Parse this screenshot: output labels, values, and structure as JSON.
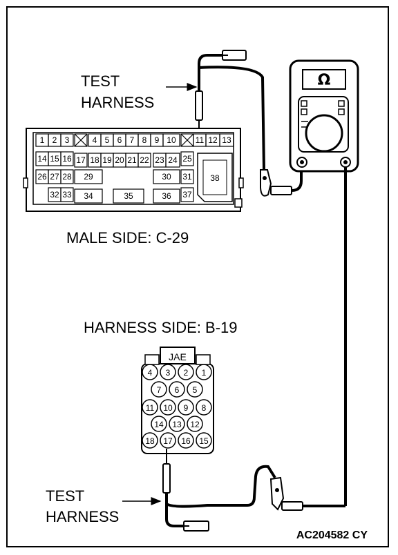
{
  "labels": {
    "test_harness_top_1": "TEST",
    "test_harness_top_2": "HARNESS",
    "test_harness_bottom_1": "TEST",
    "test_harness_bottom_2": "HARNESS",
    "male_side": "MALE SIDE: C-29",
    "harness_side": "HARNESS SIDE: B-19",
    "jae": "JAE",
    "figure_code": "AC204582 CY",
    "ohm_symbol": "Ω"
  },
  "male_connector": {
    "row1": [
      "1",
      "2",
      "3",
      "4",
      "5",
      "6",
      "7",
      "8",
      "9",
      "10",
      "11",
      "12",
      "13"
    ],
    "row2": [
      "14",
      "15",
      "16",
      "17",
      "18",
      "19",
      "20",
      "21",
      "22",
      "23",
      "24",
      "25"
    ],
    "row3": [
      "26",
      "27",
      "28",
      "29",
      "30",
      "31"
    ],
    "row4": [
      "32",
      "33",
      "34",
      "35",
      "36",
      "37"
    ],
    "big": "38"
  },
  "harness_connector": {
    "row1": [
      "4",
      "3",
      "2",
      "1"
    ],
    "row2": [
      "7",
      "6",
      "5"
    ],
    "row3": [
      "11",
      "10",
      "9",
      "8"
    ],
    "row4": [
      "14",
      "13",
      "12"
    ],
    "row5": [
      "18",
      "17",
      "16",
      "15"
    ]
  },
  "icons": [
    "ohm-meter-icon",
    "probe-icon",
    "connector-icon"
  ]
}
